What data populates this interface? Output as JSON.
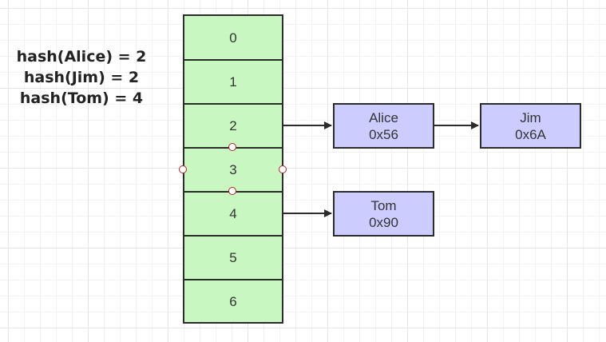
{
  "formulas": [
    "hash(Alice) = 2",
    "hash(Jim) = 2",
    "hash(Tom) = 4"
  ],
  "buckets": [
    "0",
    "1",
    "2",
    "3",
    "4",
    "5",
    "6"
  ],
  "nodes": {
    "alice": {
      "name": "Alice",
      "address": "0x56"
    },
    "jim": {
      "name": "Jim",
      "address": "0x6A"
    },
    "tom": {
      "name": "Tom",
      "address": "0x90"
    }
  },
  "colors": {
    "bucket_fill": "#c9f7c1",
    "node_fill": "#ccccff",
    "stroke": "#2b2b2b",
    "handle_stroke": "#b22222"
  }
}
